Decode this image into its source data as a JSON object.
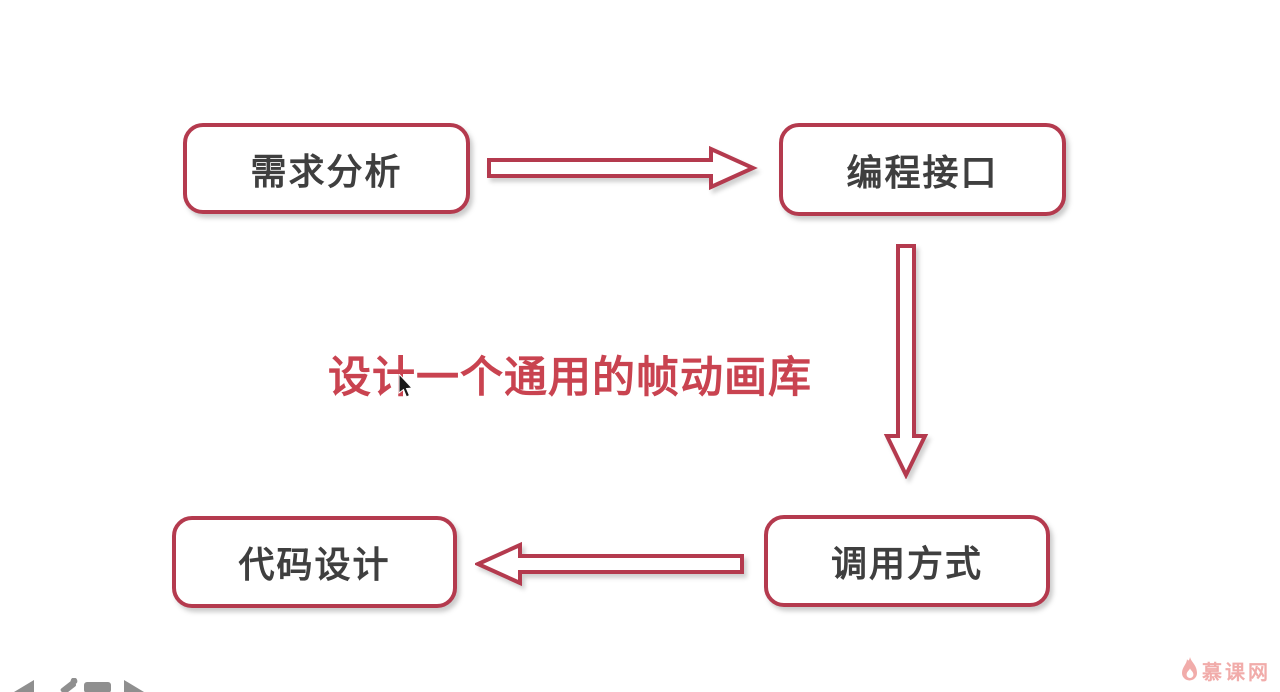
{
  "diagram": {
    "title": "设计一个通用的帧动画库",
    "nodes": [
      {
        "id": "requirements",
        "label": "需求分析"
      },
      {
        "id": "api",
        "label": "编程接口"
      },
      {
        "id": "invocation",
        "label": "调用方式"
      },
      {
        "id": "code_design",
        "label": "代码设计"
      }
    ],
    "edges": [
      {
        "from": "需求分析",
        "to": "编程接口",
        "direction": "right"
      },
      {
        "from": "编程接口",
        "to": "调用方式",
        "direction": "down"
      },
      {
        "from": "调用方式",
        "to": "代码设计",
        "direction": "left"
      }
    ]
  },
  "watermark": {
    "brand": "慕课网"
  },
  "colors": {
    "accent": "#b43a4e",
    "title_text": "#c94350",
    "node_text": "#3f3f3f",
    "watermark": "#f1acaa",
    "controls": "#8f8f8f"
  }
}
